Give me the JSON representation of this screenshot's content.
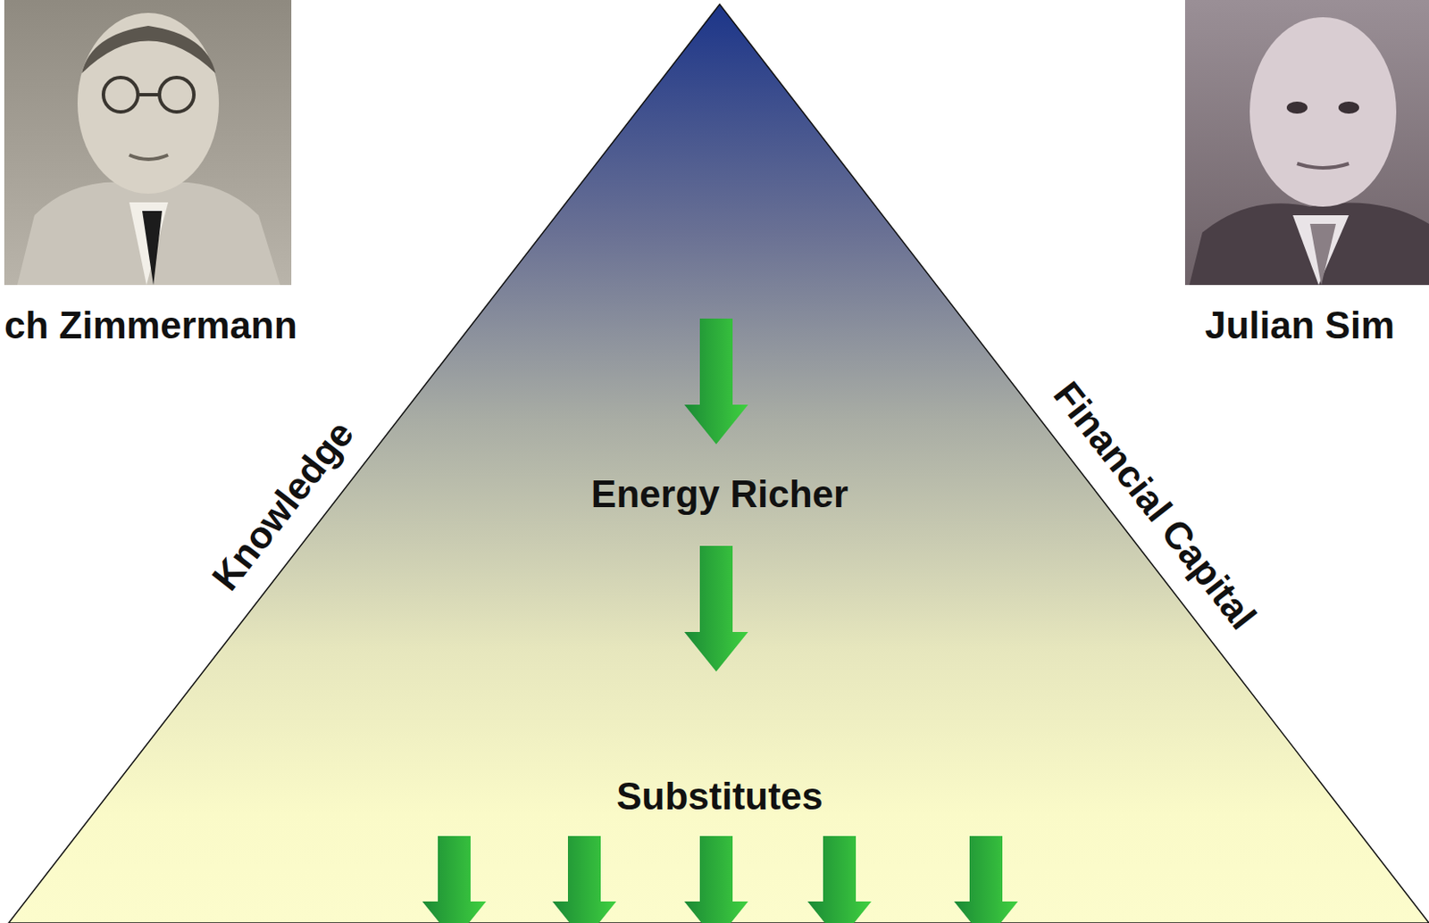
{
  "diagram": {
    "nodes": [
      {
        "text": [
          "Energy Richer",
          "Substitutes"
        ]
      }
    ],
    "labels": [
      "ch Zimmermann",
      "Julian Sim",
      "Knowledge",
      "Financial Capital"
    ]
  }
}
